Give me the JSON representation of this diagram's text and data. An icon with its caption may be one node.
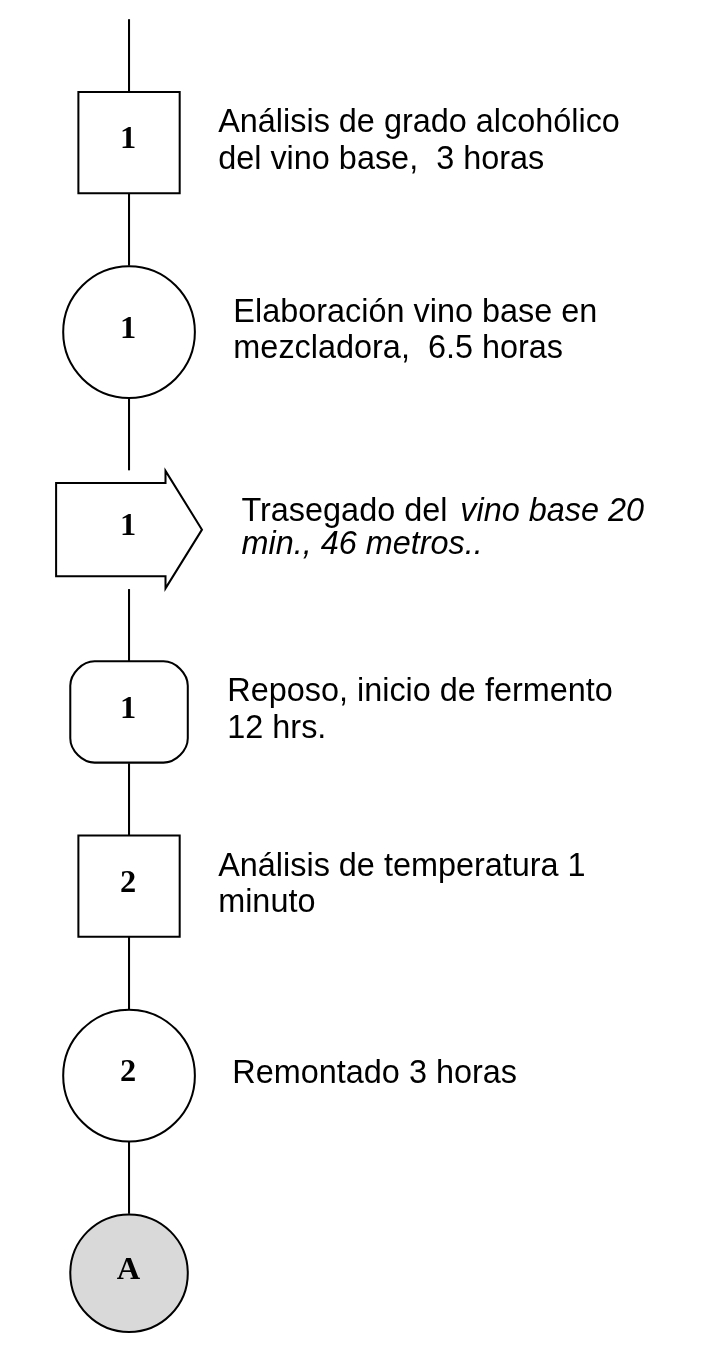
{
  "diagram": {
    "nodes": [
      {
        "text": [
          "1"
        ],
        "beside": [
          "Análisis de grado alcohólico del vino base,  3 horas"
        ]
      },
      {
        "text": [
          "1"
        ],
        "beside": [
          "Elaboración vino base en mezcladora,  6.5 horas"
        ]
      },
      {
        "text": [
          "1"
        ],
        "beside": [
          "Trasegado del *vino base 20 min., 46 metros..*"
        ]
      },
      {
        "text": [
          "1"
        ],
        "beside": [
          "Reposo, inicio de fermento 12 hrs."
        ]
      },
      {
        "text": [
          "2"
        ],
        "beside": [
          "Análisis de temperatura 1 minuto"
        ]
      },
      {
        "text": [
          "2"
        ],
        "beside": [
          "Remontado 3 horas"
        ]
      },
      {
        "text": [
          "A"
        ]
      }
    ],
    "edges": [
      {
        "from": null,
        "to": 0,
        "arrow": "none"
      },
      {
        "from": 0,
        "to": 1,
        "arrow": "none"
      },
      {
        "from": 1,
        "to": 2,
        "arrow": "none"
      },
      {
        "from": 2,
        "to": 3,
        "arrow": "none"
      },
      {
        "from": 3,
        "to": 4,
        "arrow": "none"
      },
      {
        "from": 4,
        "to": 5,
        "arrow": "none"
      },
      {
        "from": 5,
        "to": 6,
        "arrow": "none"
      }
    ]
  }
}
